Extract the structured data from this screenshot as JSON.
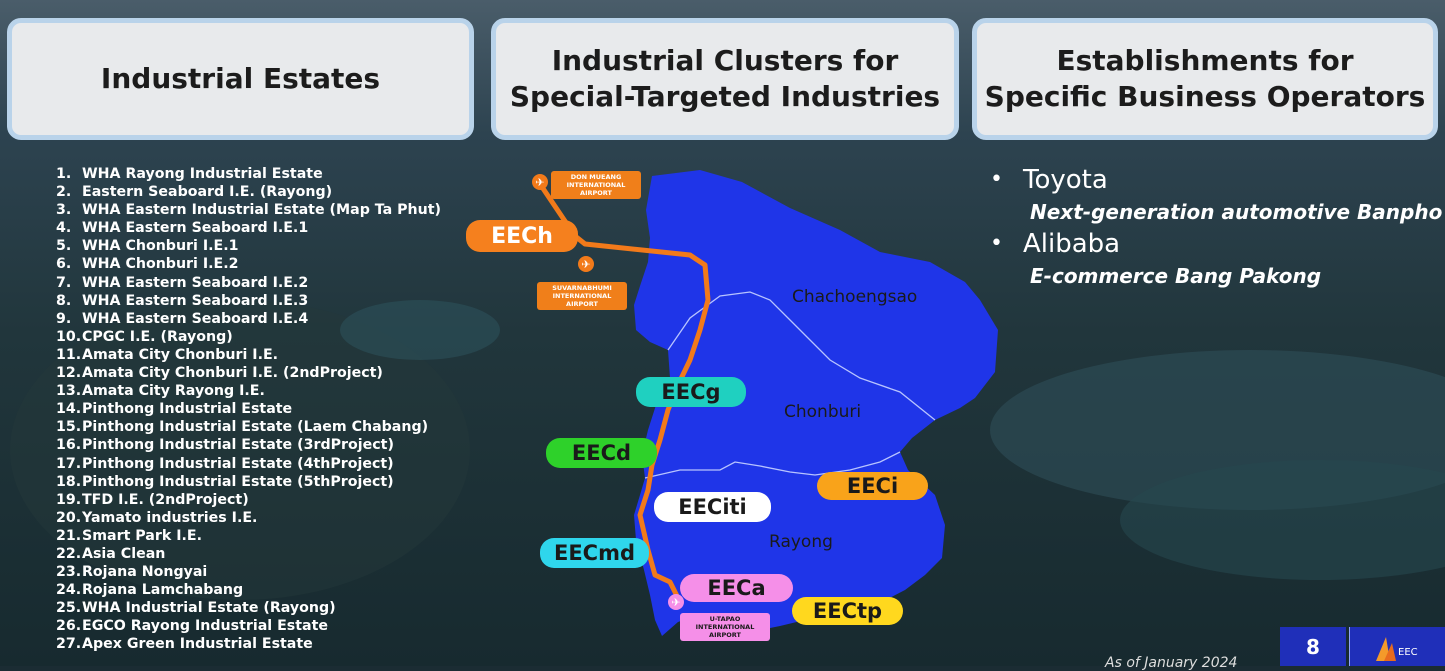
{
  "headers": {
    "estates": "Industrial Estates",
    "clusters": "Industrial Clusters for\nSpecial-Targeted Industries",
    "establishments": "Establishments for\nSpecific Business Operators"
  },
  "estates_list": [
    {
      "n": "1.",
      "name": "WHA Rayong Industrial Estate"
    },
    {
      "n": "2.",
      "name": "Eastern Seaboard I.E. (Rayong)"
    },
    {
      "n": "3.",
      "name": "WHA Eastern Industrial Estate (Map Ta Phut)"
    },
    {
      "n": "4.",
      "name": "WHA Eastern Seaboard I.E.1"
    },
    {
      "n": "5.",
      "name": "WHA Chonburi I.E.1"
    },
    {
      "n": "6.",
      "name": "WHA Chonburi I.E.2"
    },
    {
      "n": "7.",
      "name": "WHA Eastern Seaboard I.E.2"
    },
    {
      "n": "8.",
      "name": "WHA Eastern Seaboard I.E.3"
    },
    {
      "n": "9.",
      "name": "WHA Eastern Seaboard I.E.4"
    },
    {
      "n": "10.",
      "name": "CPGC I.E. (Rayong)"
    },
    {
      "n": "11.",
      "name": "Amata City Chonburi I.E."
    },
    {
      "n": "12.",
      "name": "Amata City Chonburi I.E. (2ndProject)"
    },
    {
      "n": "13.",
      "name": "Amata City Rayong I.E."
    },
    {
      "n": "14.",
      "name": "Pinthong Industrial Estate"
    },
    {
      "n": "15.",
      "name": "Pinthong Industrial Estate (Laem Chabang)"
    },
    {
      "n": "16.",
      "name": "Pinthong Industrial Estate (3rdProject)"
    },
    {
      "n": "17.",
      "name": "Pinthong Industrial Estate (4thProject)"
    },
    {
      "n": "18.",
      "name": "Pinthong Industrial Estate (5thProject)"
    },
    {
      "n": "19.",
      "name": "TFD I.E. (2ndProject)"
    },
    {
      "n": "20.",
      "name": "Yamato industries I.E."
    },
    {
      "n": "21.",
      "name": "Smart Park I.E."
    },
    {
      "n": "22.",
      "name": "Asia Clean"
    },
    {
      "n": "23.",
      "name": "Rojana Nongyai"
    },
    {
      "n": "24.",
      "name": "Rojana Lamchabang"
    },
    {
      "n": "25.",
      "name": "WHA Industrial Estate (Rayong)"
    },
    {
      "n": "26.",
      "name": "EGCO Rayong Industrial Estate"
    },
    {
      "n": "27.",
      "name": "Apex Green Industrial Estate"
    }
  ],
  "map": {
    "provinces": {
      "chachoengsao": "Chachoengsao",
      "chonburi": "Chonburi",
      "rayong": "Rayong"
    },
    "airports": {
      "don_mueang": "DON MUEANG\nINTERNATIONAL AIRPORT",
      "suvarnabhumi": "SUVARNABHUMI\nINTERNATIONAL AIRPORT",
      "u_tapao": "U-TAPAO\nINTERNATIONAL AIRPORT"
    },
    "tags": {
      "eech": "EECh",
      "eecg": "EECg",
      "eecd": "EECd",
      "eeci": "EECi",
      "eeciti": "EECiti",
      "eecmd": "EECmd",
      "eeca": "EECa",
      "eectp": "EECtp"
    },
    "colors": {
      "map_fill": "#1f35e8",
      "route": "#f27a1a",
      "eech": "#f5801e",
      "eecg": "#1fd0c0",
      "eecd": "#2ed12a",
      "eeci": "#f9a31a",
      "eeciti": "#ffffff",
      "eecmd": "#2fd6ec",
      "eeca": "#f58fe8",
      "eectp": "#ffd81e"
    }
  },
  "establishments": [
    {
      "company": "Toyota",
      "detail": "Next-generation automotive Banpho"
    },
    {
      "company": "Alibaba",
      "detail": "E-commerce Bang Pakong"
    }
  ],
  "footer": {
    "page": "8",
    "logo_text": "EEC",
    "as_of": "As of January 2024"
  }
}
